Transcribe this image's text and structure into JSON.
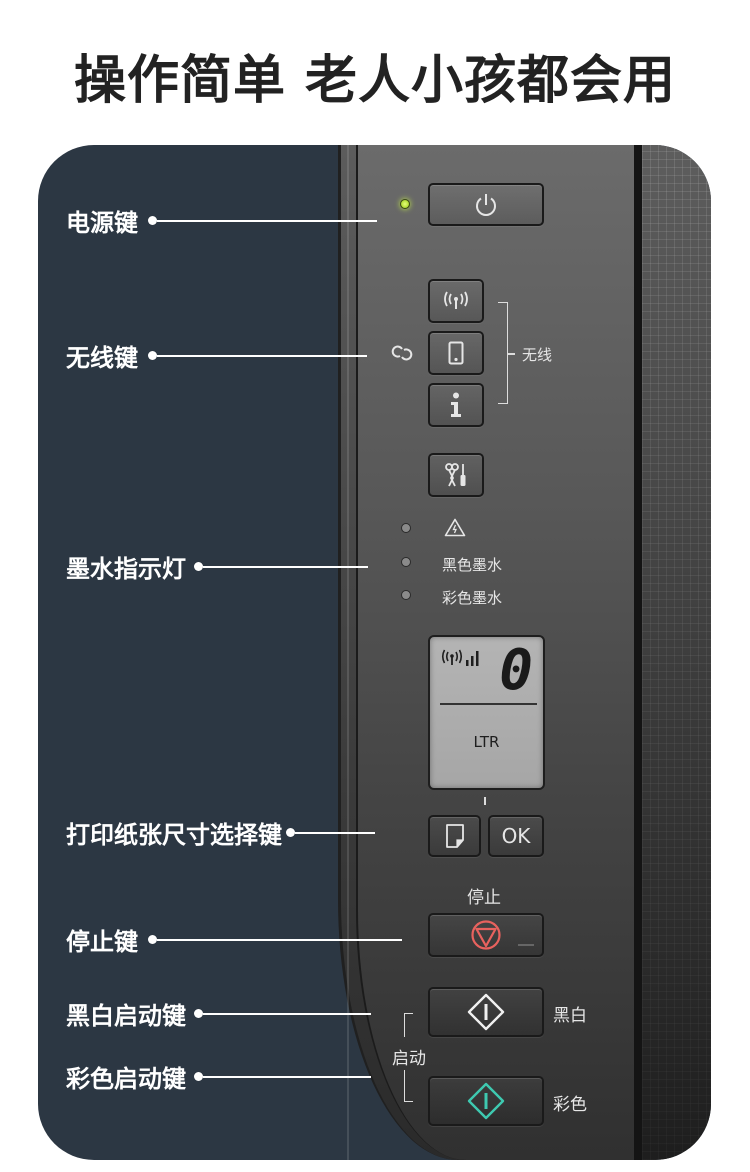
{
  "headline": "操作简单 老人小孩都会用",
  "callouts": [
    {
      "id": "power",
      "label": "电源键"
    },
    {
      "id": "wireless",
      "label": "无线键"
    },
    {
      "id": "ink",
      "label": "墨水指示灯"
    },
    {
      "id": "paper",
      "label": "打印纸张尺寸选择键"
    },
    {
      "id": "stop",
      "label": "停止键"
    },
    {
      "id": "bw_start",
      "label": "黑白启动键"
    },
    {
      "id": "color_start",
      "label": "彩色启动键"
    }
  ],
  "panel": {
    "wireless_group_label": "无线",
    "ink_indicators": [
      {
        "label": "",
        "icon": "warning-icon"
      },
      {
        "label": "黑色墨水"
      },
      {
        "label": "彩色墨水"
      }
    ],
    "lcd": {
      "copies_digit": "0",
      "paper_size": "LTR",
      "icons": [
        "wifi-signal-icon",
        "signal-strength-icon"
      ]
    },
    "ok_label": "OK",
    "stop_label": "停止",
    "start_group_label": "启动",
    "bw_label": "黑白",
    "color_label": "彩色"
  },
  "colors": {
    "card_bg": "#2c3743",
    "power_led": "#b6e03a",
    "stop_icon": "#e8625e",
    "color_start_icon": "#3ec9b0",
    "headline": "#222222"
  }
}
